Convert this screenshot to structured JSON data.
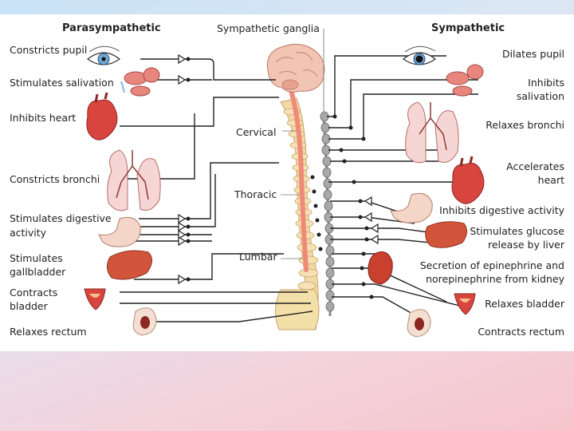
{
  "headers": {
    "parasympathetic": "Parasympathetic",
    "ganglia": "Sympathetic ganglia",
    "sympathetic": "Sympathetic"
  },
  "regions": {
    "cervical": "Cervical",
    "thoracic": "Thoracic",
    "lumbar": "Lumbar"
  },
  "parasympathetic_effects": [
    "Constricts pupil",
    "Stimulates salivation",
    "Inhibits heart",
    "Constricts bronchi",
    "Stimulates digestive",
    "activity",
    "Stimulates",
    "gallbladder",
    "Contracts",
    "bladder",
    "Relaxes rectum"
  ],
  "sympathetic_effects": [
    "Dilates pupil",
    "Inhibits",
    "salivation",
    "Relaxes bronchi",
    "Accelerates",
    "heart",
    "Inhibits digestive activity",
    "Stimulates glucose",
    "release by liver",
    "Secretion of epinephrine and",
    "norepinephrine from kidney",
    "Relaxes bladder",
    "Contracts rectum"
  ],
  "colors": {
    "nerve": "#222222",
    "spine": "#f3d9a6",
    "cord": "#f08a78",
    "ganglia_chain": "#9a9a9a",
    "organ": "#d8453f",
    "lung": "#f6d6d4",
    "brain": "#f2c4b4"
  }
}
